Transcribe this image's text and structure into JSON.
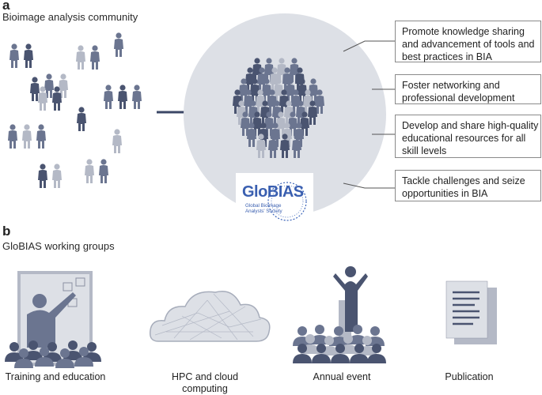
{
  "panel_a": {
    "letter": "a",
    "title": "Bioimage analysis community",
    "logo": {
      "wordmark": "GloBIAS",
      "subtitle": "Global Bioimage Analysts' Society"
    },
    "goals": [
      "Promote knowledge sharing and advancement of tools and best practices in BIA",
      "Foster networking and professional development",
      "Develop and share high-quality educational resources for all skill levels",
      "Tackle challenges and seize opportunities in BIA"
    ]
  },
  "panel_b": {
    "letter": "b",
    "title": "GloBIAS working groups",
    "groups": [
      {
        "label": "Training and education",
        "icon": "teacher-whiteboard-icon"
      },
      {
        "label": "HPC and cloud computing",
        "icon": "cloud-network-icon"
      },
      {
        "label": "Annual event",
        "icon": "speaker-podium-icon"
      },
      {
        "label": "Publication",
        "icon": "documents-icon"
      }
    ]
  },
  "colors": {
    "dark": "#4a5470",
    "mid": "#6b7590",
    "light": "#b4b9c6",
    "circle": "#dde0e6"
  }
}
